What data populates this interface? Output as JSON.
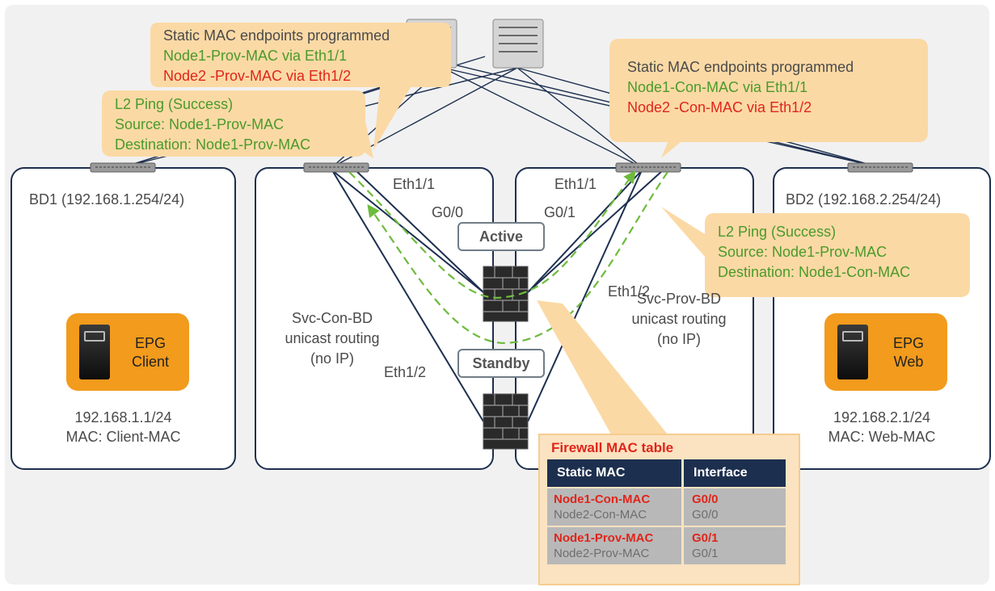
{
  "bd_left": {
    "title": "BD1 (192.168.1.254/24)",
    "epg_line1": "EPG",
    "epg_line2": "Client",
    "ip": "192.168.1.1/24",
    "mac": "MAC: Client-MAC"
  },
  "bd_right": {
    "title": "BD2 (192.168.2.254/24)",
    "epg_line1": "EPG",
    "epg_line2": "Web",
    "ip": "192.168.2.1/24",
    "mac": "MAC: Web-MAC"
  },
  "svc_con": {
    "line1": "Svc-Con-BD",
    "line2": "unicast routing",
    "line3": "(no IP)"
  },
  "svc_prov": {
    "line1": "Svc-Prov-BD",
    "line2": "unicast routing",
    "line3": "(no IP)"
  },
  "ports": {
    "eth11_left": "Eth1/1",
    "eth11_right": "Eth1/1",
    "g00": "G0/0",
    "g01": "G0/1",
    "eth12_left": "Eth1/2",
    "eth12_right": "Eth1/2"
  },
  "states": {
    "active": "Active",
    "standby": "Standby"
  },
  "callout_static_left": {
    "title": "Static MAC endpoints programmed",
    "line_green": "Node1-Prov-MAC via Eth1/1",
    "line_red": "Node2 -Prov-MAC via Eth1/2"
  },
  "callout_static_right": {
    "title": "Static MAC endpoints programmed",
    "line_green": "Node1-Con-MAC via Eth1/1",
    "line_red": "Node2 -Con-MAC via Eth1/2"
  },
  "callout_ping_left": {
    "line1": "L2 Ping (Success)",
    "line2": "Source: Node1-Prov-MAC",
    "line3": "Destination: Node1-Prov-MAC"
  },
  "callout_ping_right": {
    "line1": "L2 Ping (Success)",
    "line2": "Source: Node1-Prov-MAC",
    "line3": "Destination: Node1-Con-MAC"
  },
  "mac_table": {
    "title": "Firewall MAC table",
    "col_mac": "Static MAC",
    "col_iface": "Interface",
    "rows": [
      {
        "mac1": "Node1-Con-MAC",
        "iface1": "G0/0",
        "mac2": "Node2-Con-MAC",
        "iface2": "G0/0"
      },
      {
        "mac1": "Node1-Prov-MAC",
        "iface1": "G0/1",
        "mac2": "Node2-Prov-MAC",
        "iface2": "G0/1"
      }
    ]
  },
  "colors": {
    "orange": "#f29b1d",
    "callout": "#fbd9a5",
    "green": "#4a9a2a",
    "red": "#e0251b",
    "navy": "#1d2f4f"
  }
}
